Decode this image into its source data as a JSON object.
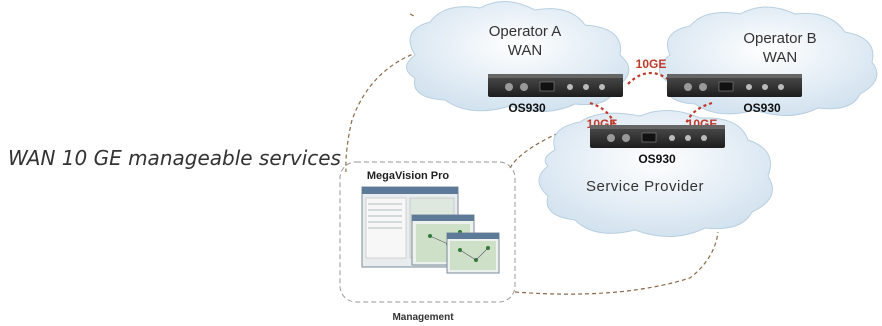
{
  "caption": "WAN 10 GE manageable services",
  "clouds": {
    "operator_a": {
      "line1": "Operator  A",
      "line2": "WAN"
    },
    "operator_b": {
      "line1": "Operator  B",
      "line2": "WAN"
    },
    "service_provider": {
      "label": "Service Provider"
    }
  },
  "devices": {
    "a": "OS930",
    "b": "OS930",
    "sp": "OS930"
  },
  "links": {
    "a_b": "10GE",
    "a_sp": "10GE",
    "b_sp": "10GE"
  },
  "management": {
    "app_title": "MegaVision Pro",
    "label": "Management"
  },
  "colors": {
    "cloud_fill": "#dde9f3",
    "link_red": "#c0392b",
    "device_body": "#2b2b2b",
    "dashed_line": "#8a6a4a"
  }
}
